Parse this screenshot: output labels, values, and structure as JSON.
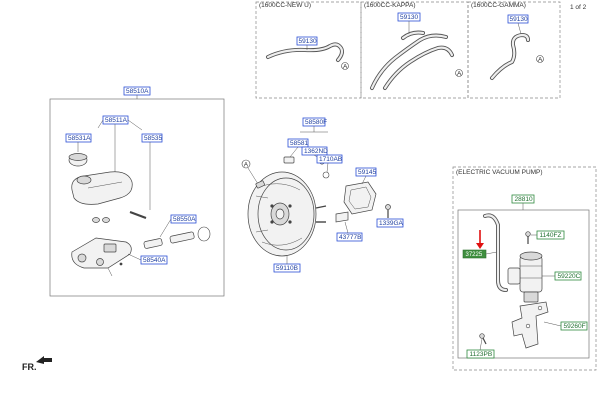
{
  "page": {
    "page_indicator": "1 of 2",
    "direction_label": "FR."
  },
  "variants": [
    {
      "title": "(1600CC-NEW U)",
      "part_no": "59130",
      "ref_mark": "A"
    },
    {
      "title": "(1600CC-KAPPA)",
      "part_no": "59130",
      "ref_mark": "A"
    },
    {
      "title": "(1600CC-GAMMA)",
      "part_no": "59130",
      "ref_mark": "A"
    }
  ],
  "master_cylinder": {
    "assembly": "58510A",
    "parts": [
      "58511A",
      "58531A",
      "58535",
      "58550A",
      "58540A"
    ]
  },
  "booster": {
    "parts": [
      "58580F",
      "58581",
      "1362ND",
      "1710AB",
      "59145",
      "43777B",
      "1339GA",
      "59110B"
    ],
    "ref_mark": "A"
  },
  "electric_vacuum_pump": {
    "title": "(ELECTRIC VACUUM PUMP)",
    "assembly": "28810",
    "highlight_part": "37225",
    "parts": [
      "1140FZ",
      "59220C",
      "59260F",
      "1123PB"
    ],
    "colors": {
      "highlight_bg": "#3f8f3f",
      "arrow": "#e01010"
    }
  }
}
